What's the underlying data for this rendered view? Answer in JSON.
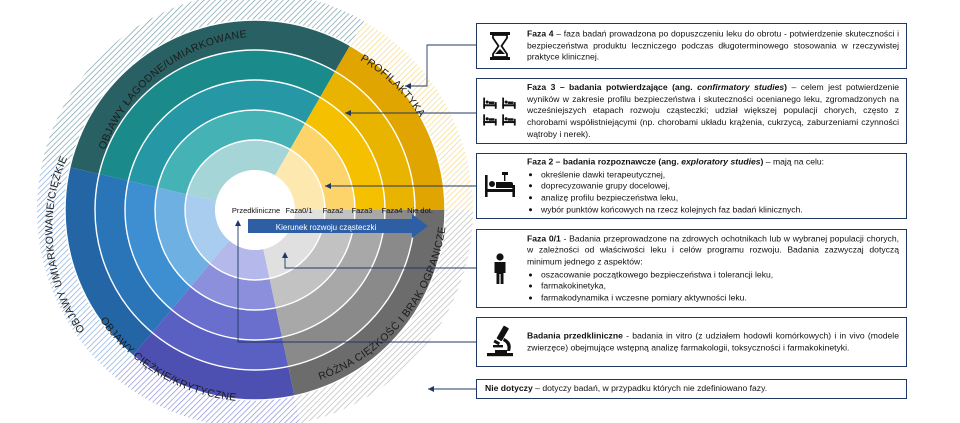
{
  "wheel": {
    "outer_labels": {
      "top": "OBJAWY ŁAGODNE/UMIARKOWANE",
      "left": "OBJAWY UMIARKOWANE/CIĘŻKIE",
      "bottom": "OBJAWY CIĘŻKIE/KRYTYCZNE",
      "right_top": "PROFILAKTYKA",
      "right_bottom": "RÓŻNA CIĘŻKOŚĆ I BRAK OGRANICZEŃ"
    },
    "center_label": "Przedkliniczne",
    "phase_labels": [
      "Faza0/1",
      "Faza2",
      "Faza3",
      "Faza4",
      "Nie dot."
    ],
    "arrow_label": "Kierunek rozwoju cząsteczki",
    "colors": {
      "teal": [
        "#a5d5d6",
        "#45b3b5",
        "#2697a5",
        "#1a8a8a",
        "#296064",
        "#b7c9cf"
      ],
      "yellow": [
        "#fde9b0",
        "#fcd46a",
        "#f5c000",
        "#e8b400",
        "#e0a500",
        "#fff2c2"
      ],
      "blue": [
        "#a8cdef",
        "#6fb0e3",
        "#3d8fd1",
        "#2a74b8",
        "#2466a5",
        "#c6d8f0"
      ],
      "purple": [
        "#b4b8ea",
        "#8c90dc",
        "#6a6fcd",
        "#5a5fc2",
        "#4d4fb1",
        "#c6c8f2"
      ],
      "gray": [
        "#e0e0e0",
        "#c2c2c2",
        "#a8a8a8",
        "#8a8a8a",
        "#6c6c6c",
        "#e6e6e6"
      ],
      "arrow": "#2e5fa5",
      "border": "#1f3864"
    }
  },
  "legend": {
    "faza4": {
      "icon": "hourglass-icon",
      "title": "Faza 4",
      "text": " – faza badań prowadzona po dopuszczeniu leku do obrotu - potwierdzenie skuteczności i bezpieczeństwa produktu leczniczego podczas długoterminowego stosowania w rzeczywistej praktyce klinicznej."
    },
    "faza3": {
      "icon": "hospital-beds-icon",
      "title": "Faza 3 – badania potwierdzające (ang.",
      "title_em": "confirmatory studies",
      "title_end": ")",
      "text": " – celem jest potwierdzenie wyników w zakresie profilu bezpieczeństwa i skuteczności ocenianego leku, zgromadzonych na wcześniejszych etapach rozwoju cząsteczki; udział większej populacji chorych, często z chorobami współistniejącymi (np. chorobami układu krążenia, cukrzycą, zaburzeniami czynności wątroby i nerek)."
    },
    "faza2": {
      "icon": "patient-bed-icon",
      "title": "Faza 2 – badania rozpoznawcze (ang.",
      "title_em": "exploratory studies",
      "title_end": ")",
      "text": " – mają na celu:",
      "bullets": [
        "określenie dawki terapeutycznej,",
        "doprecyzowanie grupy docelowej,",
        "analizę profilu bezpieczeństwa leku,",
        "wybór punktów końcowych na rzecz kolejnych faz badań klinicznych."
      ]
    },
    "faza01": {
      "icon": "person-icon",
      "title": "Faza 0/1",
      "text": " - Badania przeprowadzone na zdrowych ochotnikach lub w wybranej populacji chorych, w zależności od właściwości leku i celów programu rozwoju. Badania zazwyczaj dotyczą minimum jednego z aspektów:",
      "bullets": [
        "oszacowanie początkowego bezpieczeństwa i tolerancji leku,",
        "farmakokinetyka,",
        "farmakodynamika i wczesne pomiary aktywności leku."
      ]
    },
    "przedkliniczne": {
      "icon": "microscope-icon",
      "title": "Badania przedkliniczne",
      "text": " - badania in vitro (z udziałem hodowli komórkowych) i in vivo (modele zwierzęce) obejmujące wstępną analizę farmakologii, toksyczności i farmakokinetyki."
    },
    "nie_dotyczy": {
      "title": "Nie dotyczy",
      "text": " – dotyczy badań, w przypadku których nie zdefiniowano fazy."
    }
  }
}
